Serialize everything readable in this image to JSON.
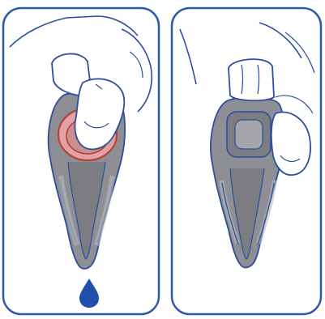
{
  "figure": {
    "panels": [
      {
        "id": "panel-press",
        "action": "press",
        "drop_visible": true
      },
      {
        "id": "panel-release",
        "action": "release",
        "drop_visible": false
      }
    ],
    "colors": {
      "frame_border": "#2f5aa8",
      "outline": "#2b4f9e",
      "dispenser_body": "#8d8f94",
      "dispenser_dark": "#6f7175",
      "dispenser_light": "#b7b9bd",
      "pressure_ring": "#c0392b",
      "pressure_ring_fill": "#e7a7a7",
      "drop": "#1f4fa8",
      "skin": "#ffffff"
    },
    "icons": [
      "hand-icon",
      "dispenser-icon",
      "drop-icon"
    ]
  }
}
